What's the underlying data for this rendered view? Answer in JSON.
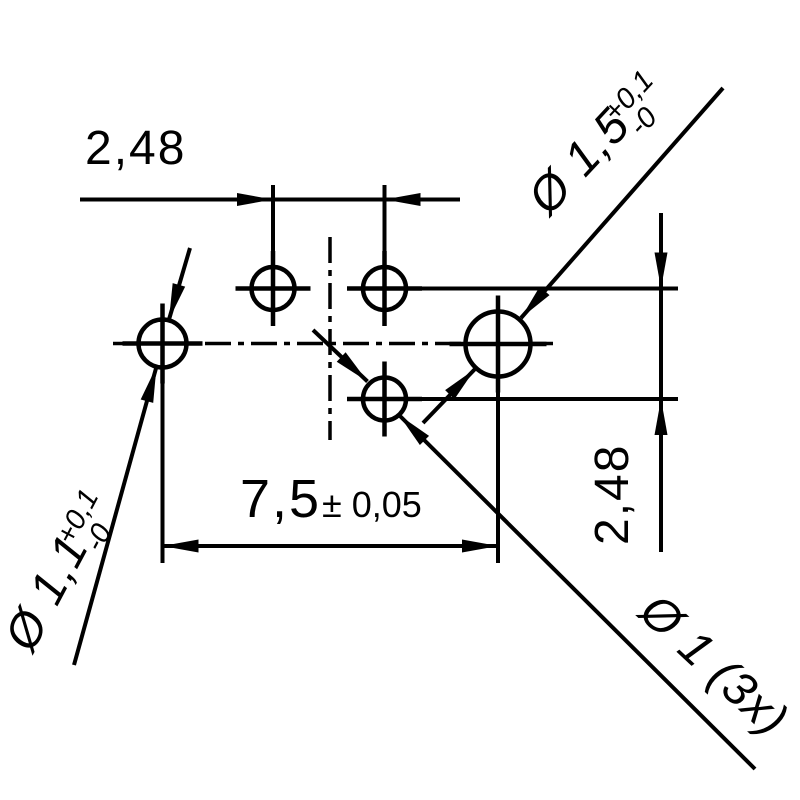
{
  "drawing": {
    "type": "mechanical-dimension-drawing",
    "colors": {
      "line": "#000000",
      "background": "#ffffff"
    },
    "dimensions": {
      "top_horizontal": {
        "value": "2,48"
      },
      "right_vertical": {
        "value": "2,48"
      },
      "bottom_horizontal": {
        "value": "7,5",
        "tolerance": "± 0,05"
      }
    },
    "callouts": {
      "large_hole": {
        "label": "Ø 1,5",
        "tol_plus": "+0,1",
        "tol_minus": "-0"
      },
      "left_hole": {
        "label": "Ø 1,1",
        "tol_plus": "+0,1",
        "tol_minus": "-0"
      },
      "small_holes": {
        "label": "Ø 1 (3x)"
      }
    }
  }
}
